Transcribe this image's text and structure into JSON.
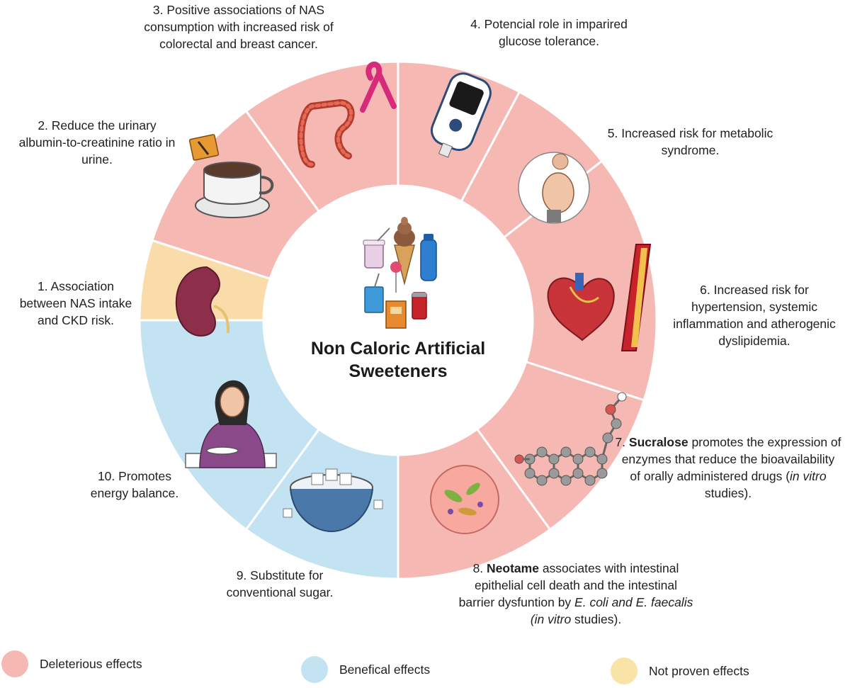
{
  "center_title": "Non Caloric Artificial Sweeteners",
  "colors": {
    "deleterious": "#f6b8b2",
    "beneficial": "#c4e3f2",
    "not_proven": "#fadcab"
  },
  "segments": [
    {
      "id": "s1",
      "category": "not_proven",
      "icon": "kidney-icon"
    },
    {
      "id": "s2",
      "category": "deleterious",
      "icon": "coffee-cup-icon"
    },
    {
      "id": "s3",
      "category": "deleterious",
      "icon": "colon-ribbon-icon"
    },
    {
      "id": "s4",
      "category": "deleterious",
      "icon": "glucometer-icon"
    },
    {
      "id": "s5",
      "category": "deleterious",
      "icon": "obese-man-icon"
    },
    {
      "id": "s6",
      "category": "deleterious",
      "icon": "heart-artery-icon"
    },
    {
      "id": "s7",
      "category": "deleterious",
      "icon": "molecule-icon"
    },
    {
      "id": "s8",
      "category": "deleterious",
      "icon": "intestine-bacteria-icon"
    },
    {
      "id": "s9",
      "category": "beneficial",
      "icon": "sugar-bowl-icon"
    },
    {
      "id": "s10",
      "category": "beneficial",
      "icon": "woman-eating-icon"
    }
  ],
  "labels": {
    "l1": {
      "prefix": "1. Association between NAS intake and CKD risk."
    },
    "l2": {
      "prefix": "2. Reduce the urinary albumin-to-creatinine ratio in urine."
    },
    "l3": {
      "prefix": "3. Positive associations of NAS consumption with increased risk of colorectal and breast cancer."
    },
    "l4": {
      "prefix": "4. Potencial role in imparired glucose tolerance."
    },
    "l5": {
      "prefix": "5. Increased risk for metabolic syndrome."
    },
    "l6": {
      "prefix": "6. Increased risk for hypertension, systemic inflammation and atherogenic dyslipidemia."
    },
    "l7": {
      "prefix": "7. ",
      "bold": "Sucralose",
      "mid": " promotes the expression of enzymes that reduce the bioavailability of orally administered drugs (",
      "ital": "in vitro",
      "suffix": " studies)."
    },
    "l8": {
      "prefix": "8. ",
      "bold": "Neotame",
      "mid": " associates with intestinal epithelial cell death and the intestinal barrier dysfuntion by ",
      "ital": "E. coli and E. faecalis (in vitro",
      "suffix": " studies)."
    },
    "l9": {
      "prefix": "9.  Substitute for conventional sugar."
    },
    "l10": {
      "prefix": "10. Promotes energy balance."
    }
  },
  "legend": [
    {
      "label": "Deleterious effects",
      "color": "#f6b8b2"
    },
    {
      "label": "Benefical effects",
      "color": "#c4e3f2"
    },
    {
      "label": "Not proven effects",
      "color": "#fae3a6"
    }
  ]
}
